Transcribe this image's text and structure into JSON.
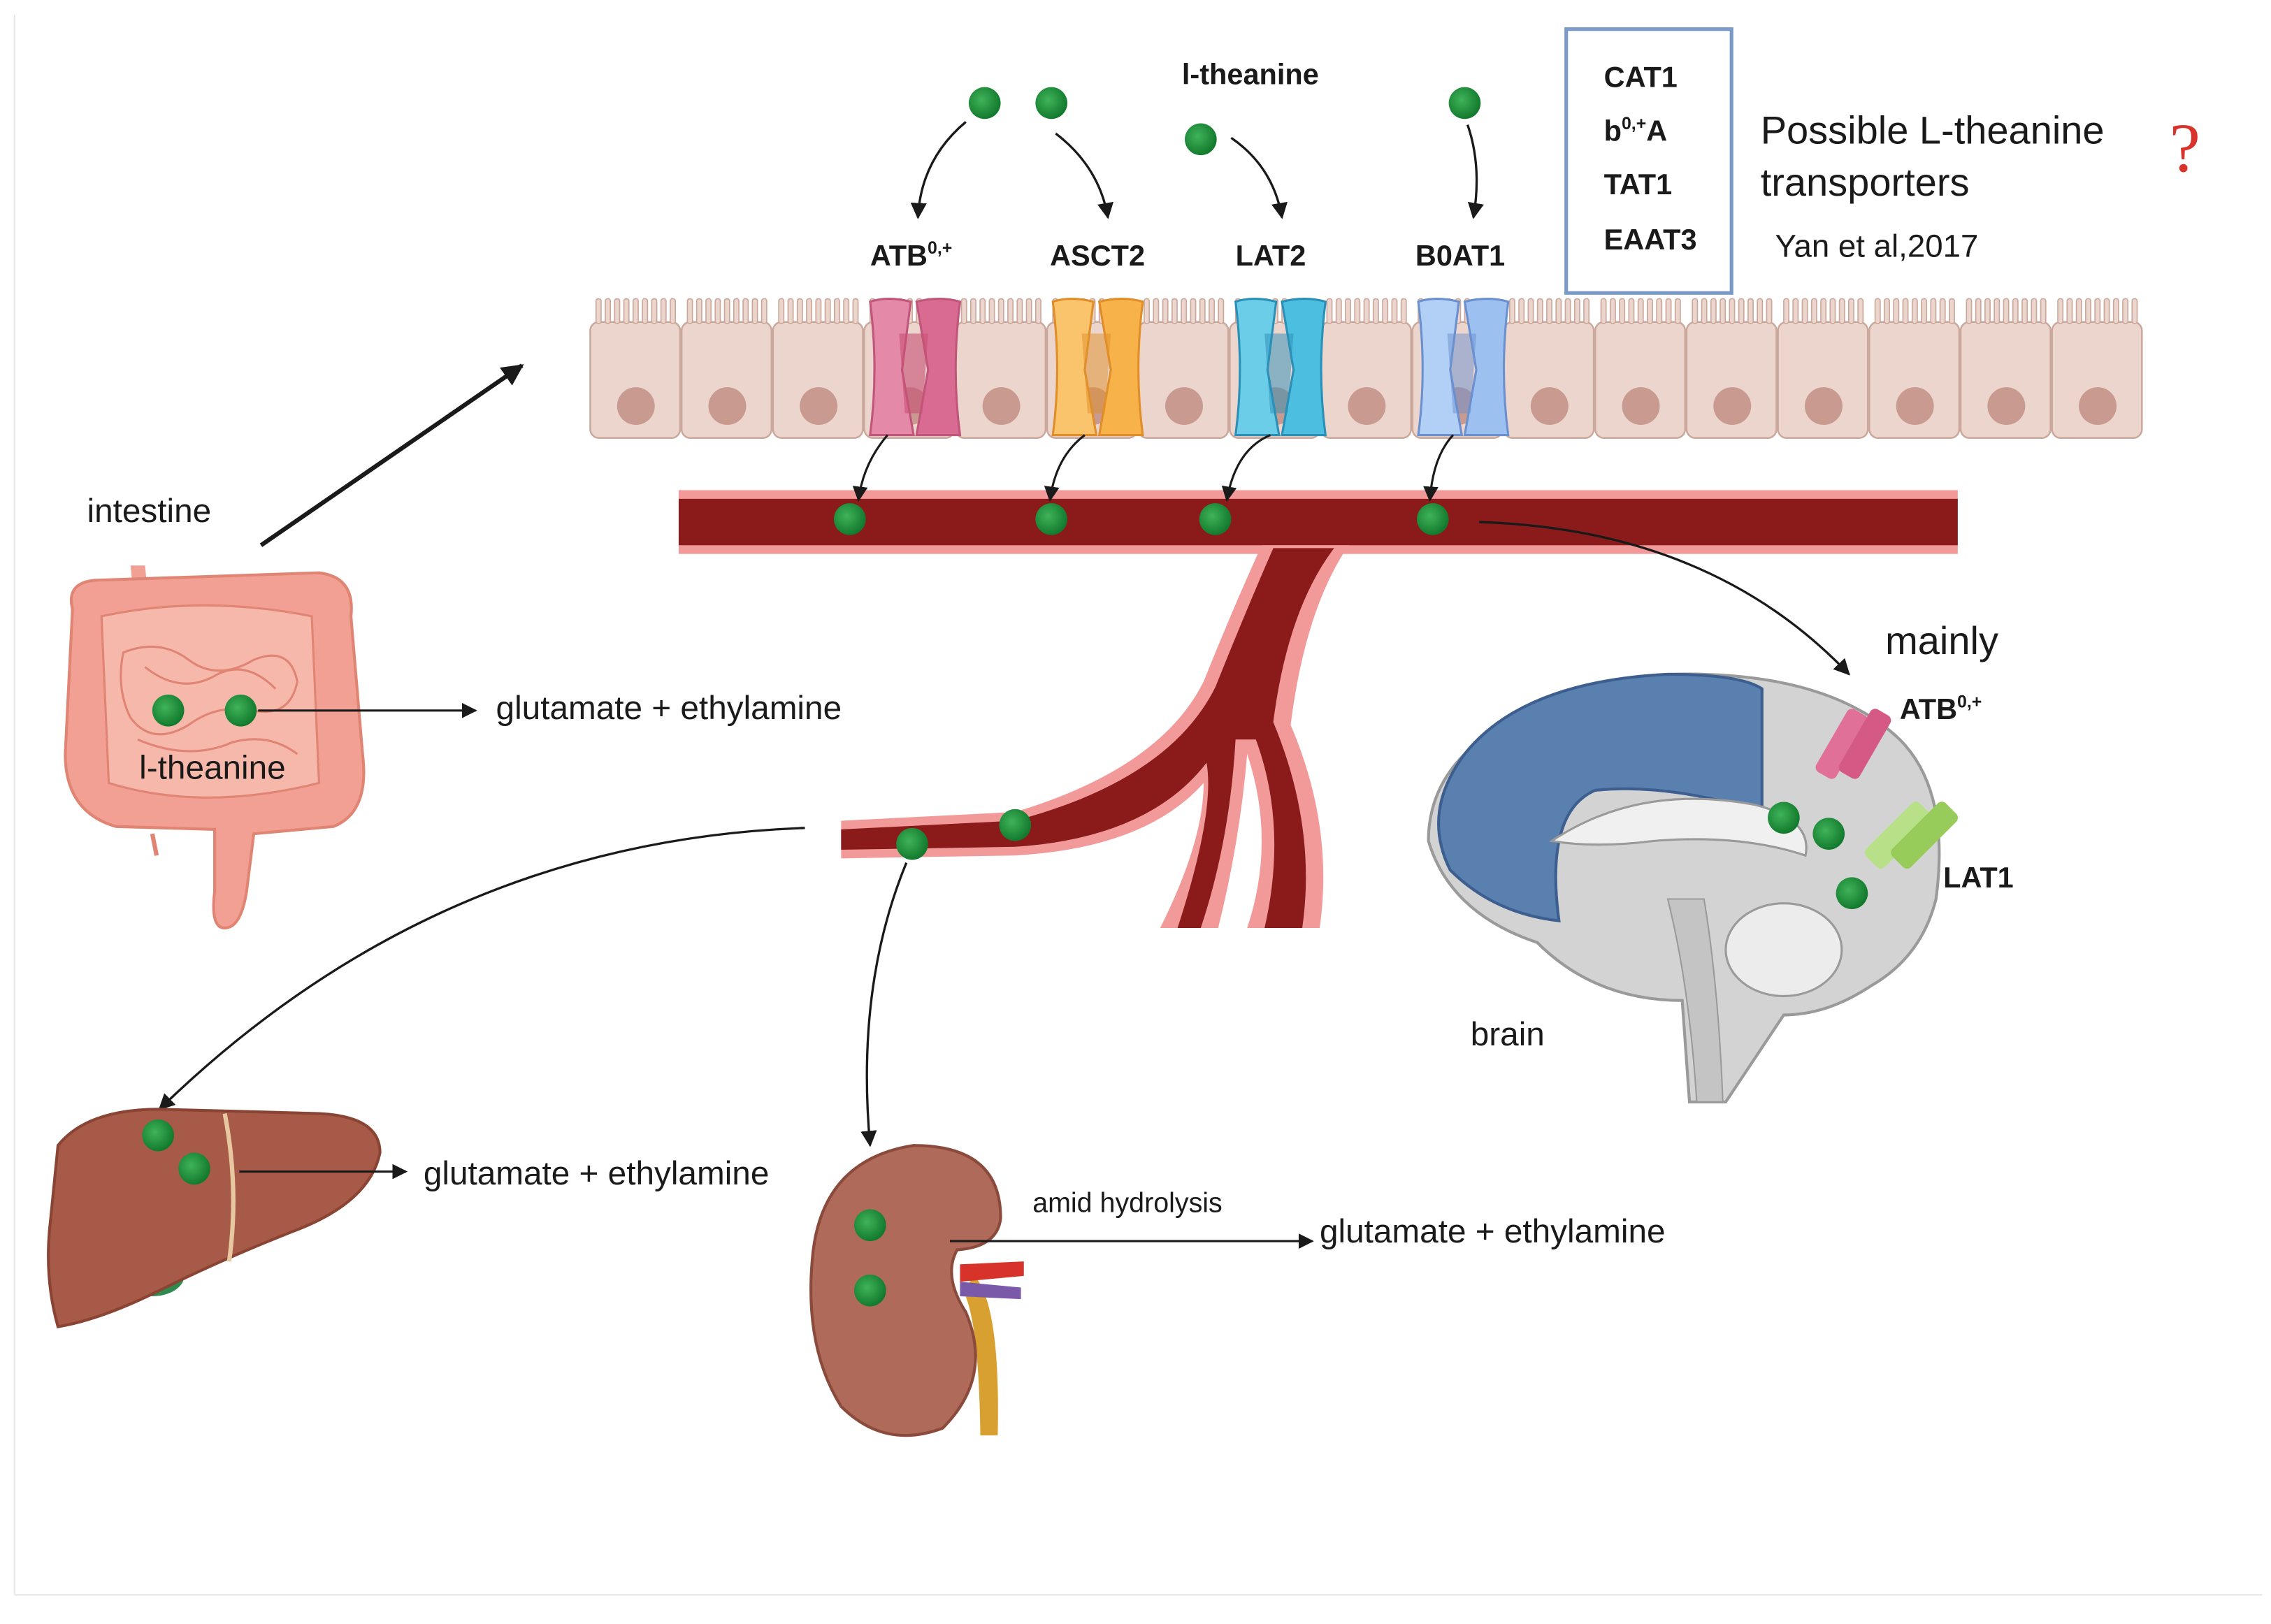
{
  "labels": {
    "l_theanine_top": "l-theanine",
    "transporters": [
      "ATB0,+",
      "ASCT2",
      "LAT2",
      "B0AT1"
    ],
    "possible_box": [
      "CAT1",
      "b0,+A",
      "TAT1",
      "EAAT3"
    ],
    "possible_text_line1": "Possible L-theanine",
    "possible_text_line2": "transporters",
    "citation": "Yan et al,2017",
    "question_mark": "?",
    "intestine": "intestine",
    "intestine_theanine": "l-theanine",
    "products_intestine": "glutamate + ethylamine",
    "products_liver": "glutamate + ethylamine",
    "products_kidney": "glutamate + ethylamine",
    "amid_hydrolysis": "amid hydrolysis",
    "mainly": "mainly",
    "brain_atb": "ATB0,+",
    "brain_lat1": "LAT1",
    "brain": "brain"
  },
  "colors": {
    "theanine_dot": "#1e8a3a",
    "atb": "#e48aa8",
    "asct2": "#f7b34a",
    "lat2": "#4cbfe0",
    "b0at1": "#9cc0f0",
    "lat1": "#a6d86a",
    "vessel": "#8b1a1a",
    "vessel_edge": "#f07a7a",
    "epithelium": "#ecd5cc",
    "nucleus": "#c89a90",
    "brain_cortex": "#5a80b0",
    "brain_gray": "#d3d3d3",
    "liver": "#a85a48",
    "kidney": "#b06a5a",
    "intestine": "#f2a093",
    "question": "#d9332b",
    "box_border": "#7a9ac8"
  },
  "icons": [
    "theanine-dot",
    "transporter-protein",
    "intestine-organ",
    "liver-organ",
    "kidney-organ",
    "brain-organ",
    "blood-vessel",
    "epithelial-cell"
  ]
}
